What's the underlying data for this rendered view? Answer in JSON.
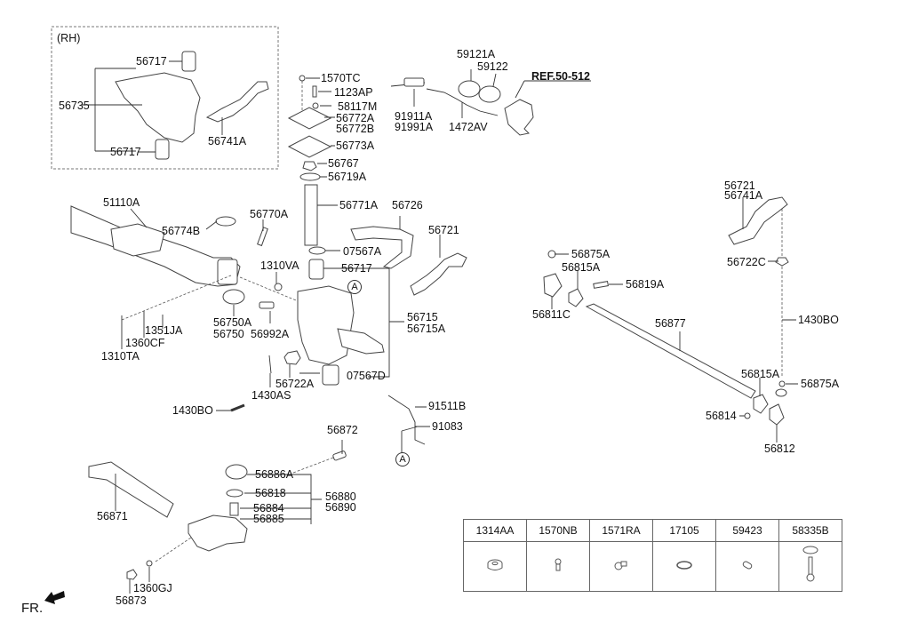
{
  "diagram": {
    "title": "Front Axle & Steering Linkage",
    "inset_label": "(RH)",
    "reference": "REF.50-512",
    "direction_label": "FR.",
    "callout_marker": "A",
    "labels": {
      "rh_56717_top": "56717",
      "rh_56735": "56735",
      "rh_56717_bottom": "56717",
      "rh_56741A": "56741A",
      "p1570TC": "1570TC",
      "p1123AP": "1123AP",
      "p58117M": "58117M",
      "p56772A": "56772A",
      "p56772B": "56772B",
      "p56773A": "56773A",
      "p56767": "56767",
      "p56719A": "56719A",
      "p59121A": "59121A",
      "p59122": "59122",
      "p91911A": "91911A",
      "p91991A": "91991A",
      "p1472AV": "1472AV",
      "p51110A": "51110A",
      "p56774B": "56774B",
      "p56770A": "56770A",
      "p56771A": "56771A",
      "p56726": "56726",
      "p07567A": "07567A",
      "p56721": "56721",
      "p1310VA": "1310VA",
      "p56717": "56717",
      "p56715": "56715",
      "p56715A": "56715A",
      "p56750A": "56750A",
      "p56750": "56750",
      "p56992A": "56992A",
      "p1351JA": "1351JA",
      "p1360CF": "1360CF",
      "p1310TA": "1310TA",
      "p56722A": "56722A",
      "p07567D": "07567D",
      "p1430AS": "1430AS",
      "p1430BO_left": "1430BO",
      "p91511B": "91511B",
      "p91083": "91083",
      "p56872": "56872",
      "p56886A": "56886A",
      "p56818": "56818",
      "p56884": "56884",
      "p56885": "56885",
      "p56880": "56880",
      "p56890": "56890",
      "p56871": "56871",
      "p1360GJ": "1360GJ",
      "p56873": "56873",
      "p56875A_top": "56875A",
      "p56815A_top": "56815A",
      "p56819A": "56819A",
      "p56811C": "56811C",
      "p56877": "56877",
      "r56721": "56721",
      "r56741A": "56741A",
      "p56722C": "56722C",
      "p1430BO_right": "1430BO",
      "p56815A_bottom": "56815A",
      "p56875A_bottom": "56875A",
      "p56814": "56814",
      "p56812": "56812"
    },
    "legend_table": [
      {
        "part_no": "1314AA",
        "icon": "nut-icon"
      },
      {
        "part_no": "1570NB",
        "icon": "grease-nipple-icon"
      },
      {
        "part_no": "1571RA",
        "icon": "grease-fitting-icon"
      },
      {
        "part_no": "17105",
        "icon": "o-ring-icon"
      },
      {
        "part_no": "59423",
        "icon": "plug-icon"
      },
      {
        "part_no": "58335B",
        "icon": "bleeder-screw-icon"
      }
    ]
  }
}
